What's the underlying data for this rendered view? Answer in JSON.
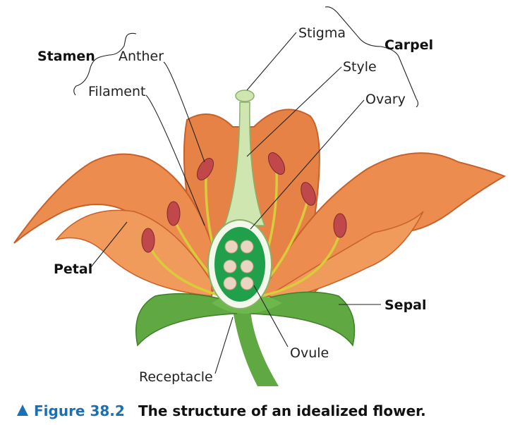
{
  "labels": {
    "stamen": "Stamen",
    "anther": "Anther",
    "filament": "Filament",
    "stigma": "Stigma",
    "carpel": "Carpel",
    "style": "Style",
    "ovary": "Ovary",
    "petal": "Petal",
    "sepal": "Sepal",
    "ovule": "Ovule",
    "receptacle": "Receptacle"
  },
  "caption": {
    "figure_number": "Figure 38.2",
    "text": "The structure of an idealized flower."
  },
  "colors": {
    "petal": "#ec8d4f",
    "petal_dark": "#c8602a",
    "sepal": "#5fa842",
    "ovary_interior": "#21a04b",
    "ovule": "#ead6c0",
    "anther": "#c1484a",
    "filament": "#d9cc3a",
    "caption_accent": "#1a6fb5"
  }
}
